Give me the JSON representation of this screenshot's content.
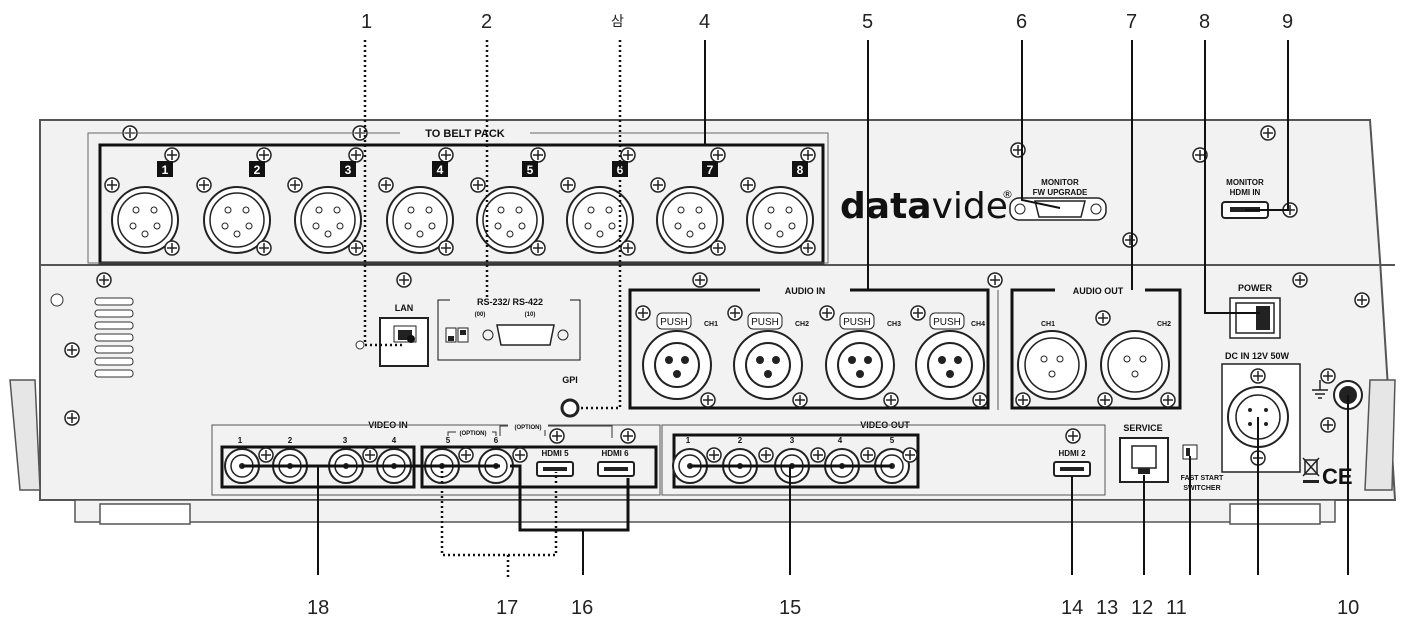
{
  "callouts_top": [
    "1",
    "2",
    "삼",
    "4",
    "5",
    "6",
    "7",
    "8",
    "9"
  ],
  "callouts_bottom": [
    "18",
    "17",
    "16",
    "15",
    "14",
    "13",
    "12",
    "11",
    "10"
  ],
  "panel": {
    "belt_pack_title": "TO BELT PACK",
    "belt_pack_numbers": [
      "1",
      "2",
      "3",
      "4",
      "5",
      "6",
      "7",
      "8"
    ],
    "brand_bold": "data",
    "brand_light": "video",
    "brand_mark": "®",
    "monitor_fw_line1": "MONITOR",
    "monitor_fw_line2": "FW UPGRADE",
    "monitor_hdmi_line1": "MONITOR",
    "monitor_hdmi_line2": "HDMI IN",
    "lan": "LAN",
    "rs_title": "RS-232/ RS-422",
    "rs_code1": "(00)",
    "rs_code2": "(10)",
    "gpi": "GPI",
    "audio_in_title": "AUDIO IN",
    "audio_in_push": [
      "PUSH",
      "PUSH",
      "PUSH",
      "PUSH"
    ],
    "audio_in_channels": [
      "CH1",
      "CH2",
      "CH3",
      "CH4"
    ],
    "audio_out_title": "AUDIO OUT",
    "audio_out_channels": [
      "CH1",
      "CH2"
    ],
    "power": "POWER",
    "dc_in": "DC IN 12V 50W",
    "video_in_title": "VIDEO IN",
    "video_in_numbers": [
      "1",
      "2",
      "3",
      "4",
      "5",
      "6"
    ],
    "option_1": "(OPTION)",
    "option_2": "(OPTION)",
    "hdmi5": "HDMI 5",
    "hdmi6": "HDMI 6",
    "video_out_title": "VIDEO OUT",
    "video_out_numbers": [
      "1",
      "2",
      "3",
      "4",
      "5"
    ],
    "hdmi2": "HDMI 2",
    "service": "SERVICE",
    "fast_start_1": "FAST START",
    "fast_start_2": "SWITCHER",
    "ce_mark": "CE"
  }
}
